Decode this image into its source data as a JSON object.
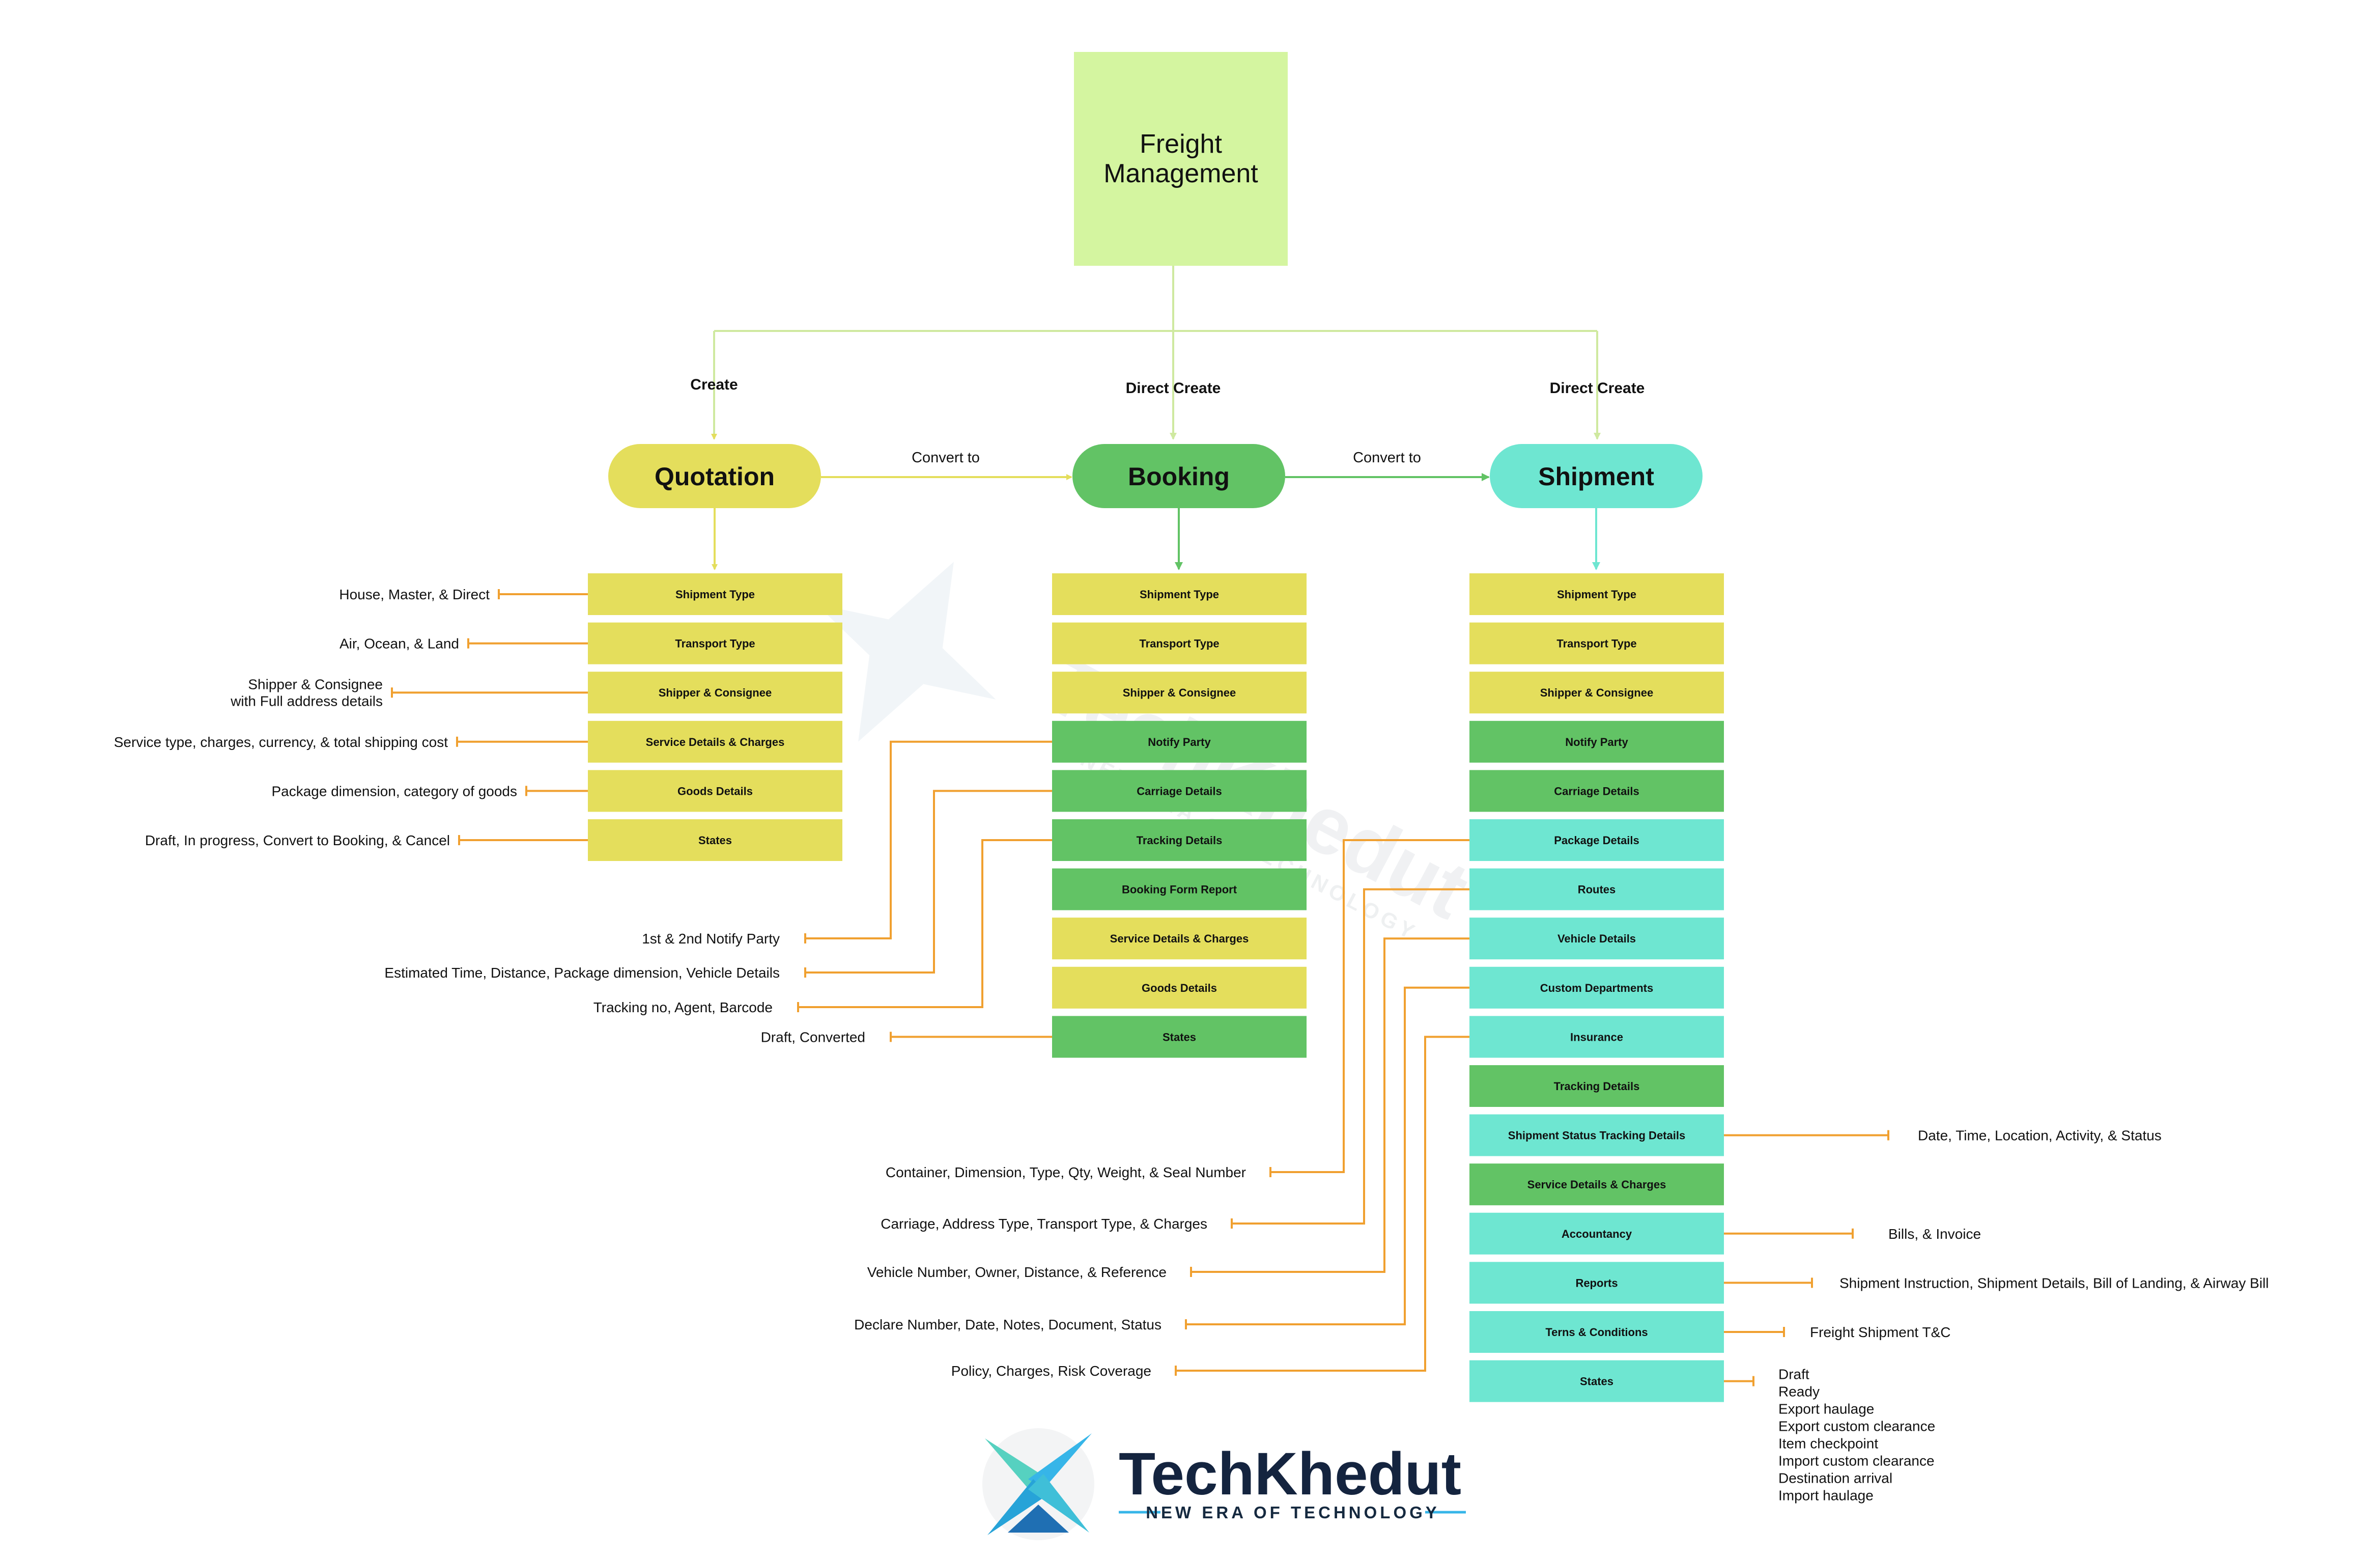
{
  "root": {
    "lines": [
      "Freight",
      "Management"
    ],
    "color": "#d4f5a0"
  },
  "edge_labels": {
    "create": "Create",
    "direct_create_1": "Direct Create",
    "direct_create_2": "Direct Create",
    "convert_1": "Convert to",
    "convert_2": "Convert to"
  },
  "colors": {
    "yellow": "#e4de5c",
    "green": "#62c365",
    "cyan": "#6ee6d1",
    "orange": "#f0a030",
    "root_line": "#cfe9a0"
  },
  "columns": [
    {
      "key": "quotation",
      "title": "Quotation",
      "color": "#e4de5c",
      "items": [
        {
          "label": "Shipment Type",
          "color": "yellow"
        },
        {
          "label": "Transport Type",
          "color": "yellow"
        },
        {
          "label": "Shipper & Consignee",
          "color": "yellow"
        },
        {
          "label": "Service Details & Charges",
          "color": "yellow"
        },
        {
          "label": "Goods Details",
          "color": "yellow"
        },
        {
          "label": "States",
          "color": "yellow"
        }
      ]
    },
    {
      "key": "booking",
      "title": "Booking",
      "color": "#62c365",
      "items": [
        {
          "label": "Shipment Type",
          "color": "yellow"
        },
        {
          "label": "Transport Type",
          "color": "yellow"
        },
        {
          "label": "Shipper & Consignee",
          "color": "yellow"
        },
        {
          "label": "Notify Party",
          "color": "green"
        },
        {
          "label": "Carriage Details",
          "color": "green"
        },
        {
          "label": "Tracking Details",
          "color": "green"
        },
        {
          "label": "Booking Form Report",
          "color": "green"
        },
        {
          "label": "Service Details & Charges",
          "color": "yellow"
        },
        {
          "label": "Goods Details",
          "color": "yellow"
        },
        {
          "label": "States",
          "color": "green"
        }
      ]
    },
    {
      "key": "shipment",
      "title": "Shipment",
      "color": "#6ee6d1",
      "items": [
        {
          "label": "Shipment Type",
          "color": "yellow"
        },
        {
          "label": "Transport Type",
          "color": "yellow"
        },
        {
          "label": "Shipper & Consignee",
          "color": "yellow"
        },
        {
          "label": "Notify Party",
          "color": "green"
        },
        {
          "label": "Carriage Details",
          "color": "green"
        },
        {
          "label": "Package Details",
          "color": "cyan"
        },
        {
          "label": "Routes",
          "color": "cyan"
        },
        {
          "label": "Vehicle Details",
          "color": "cyan"
        },
        {
          "label": "Custom Departments",
          "color": "cyan"
        },
        {
          "label": "Insurance",
          "color": "cyan"
        },
        {
          "label": "Tracking Details",
          "color": "green"
        },
        {
          "label": "Shipment Status Tracking Details",
          "color": "cyan"
        },
        {
          "label": "Service Details & Charges",
          "color": "green"
        },
        {
          "label": "Accountancy",
          "color": "cyan"
        },
        {
          "label": "Reports",
          "color": "cyan"
        },
        {
          "label": "Terns & Conditions",
          "color": "cyan"
        },
        {
          "label": "States",
          "color": "cyan"
        }
      ]
    }
  ],
  "annotations": {
    "quotation": [
      {
        "item": 0,
        "lines": [
          "House, Master, & Direct"
        ]
      },
      {
        "item": 1,
        "lines": [
          "Air, Ocean, & Land"
        ]
      },
      {
        "item": 2,
        "lines": [
          "Shipper & Consignee",
          "with Full address details"
        ]
      },
      {
        "item": 3,
        "lines": [
          "Service type, charges, currency, & total shipping cost"
        ]
      },
      {
        "item": 4,
        "lines": [
          "Package dimension, category of goods"
        ]
      },
      {
        "item": 5,
        "lines": [
          "Draft, In progress, Convert to Booking, & Cancel"
        ]
      }
    ],
    "booking": [
      {
        "item": 3,
        "lines": [
          "1st & 2nd Notify Party"
        ]
      },
      {
        "item": 4,
        "lines": [
          "Estimated Time, Distance, Package dimension, Vehicle Details"
        ]
      },
      {
        "item": 5,
        "lines": [
          "Tracking no, Agent, Barcode"
        ]
      },
      {
        "item": 9,
        "lines": [
          "Draft, Converted"
        ]
      }
    ],
    "shipment_left": [
      {
        "item": 5,
        "lines": [
          "Container, Dimension, Type, Qty, Weight, & Seal Number"
        ]
      },
      {
        "item": 6,
        "lines": [
          "Carriage, Address Type, Transport Type, & Charges"
        ]
      },
      {
        "item": 7,
        "lines": [
          "Vehicle Number, Owner, Distance, & Reference"
        ]
      },
      {
        "item": 8,
        "lines": [
          "Declare Number, Date, Notes, Document, Status"
        ]
      },
      {
        "item": 9,
        "lines": [
          "Policy, Charges, Risk Coverage"
        ]
      }
    ],
    "shipment_right": [
      {
        "item": 11,
        "lines": [
          "Date, Time, Location, Activity, & Status"
        ]
      },
      {
        "item": 13,
        "lines": [
          "Bills, & Invoice"
        ]
      },
      {
        "item": 14,
        "lines": [
          "Shipment Instruction, Shipment Details, Bill of Landing, & Airway Bill"
        ]
      },
      {
        "item": 15,
        "lines": [
          "Freight Shipment T&C"
        ]
      },
      {
        "item": 16,
        "lines": [
          "Draft",
          "Ready",
          "Export haulage",
          "Export custom clearance",
          "Item checkpoint",
          "Import custom clearance",
          "Destination arrival",
          "Import haulage"
        ]
      }
    ]
  },
  "logo": {
    "name": "TechKhedut",
    "tagline": "NEW ERA OF TECHNOLOGY",
    "icon": "techkhedut-star-logo-icon"
  }
}
